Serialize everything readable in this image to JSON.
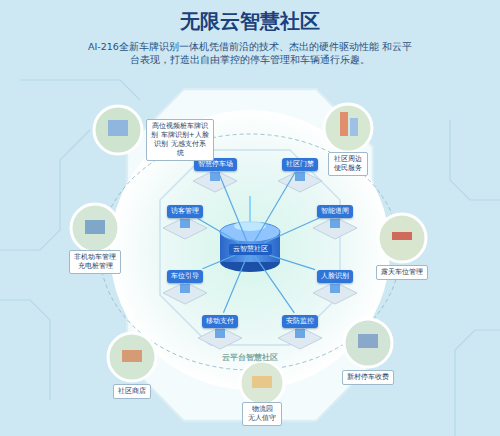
{
  "diagram": {
    "title": "无限云智慧社区",
    "nodes": [
      {
        "text": [
          "云智慧社区"
        ]
      },
      {
        "text": [
          "智慧停车场"
        ]
      },
      {
        "text": [
          "社区门禁"
        ]
      },
      {
        "text": [
          "访客管理"
        ]
      },
      {
        "text": [
          "智能道闸"
        ]
      },
      {
        "text": [
          "车位引导"
        ]
      },
      {
        "text": [
          "人脸识别"
        ]
      },
      {
        "text": [
          "移动支付"
        ]
      },
      {
        "text": [
          "安防监控"
        ]
      },
      {
        "text": [
          "高位视频桩车牌识别 车牌识别+人脸识别 无感支付系统"
        ]
      },
      {
        "text": [
          "社区周边 便民服务"
        ]
      },
      {
        "text": [
          "露天车位管理"
        ]
      },
      {
        "text": [
          "新村停车收费"
        ]
      },
      {
        "text": [
          "物流园 无人值守"
        ]
      },
      {
        "text": [
          "社区商店"
        ]
      },
      {
        "text": [
          "非机动车管理 充电桩管理"
        ]
      }
    ],
    "edges": [
      {
        "from": 0,
        "to": 1,
        "arrow": "none"
      },
      {
        "from": 0,
        "to": 2,
        "arrow": "none"
      },
      {
        "from": 0,
        "to": 3,
        "arrow": "none"
      },
      {
        "from": 0,
        "to": 4,
        "arrow": "none"
      },
      {
        "from": 0,
        "to": 5,
        "arrow": "none"
      },
      {
        "from": 0,
        "to": 6,
        "arrow": "none"
      },
      {
        "from": 0,
        "to": 7,
        "arrow": "none"
      },
      {
        "from": 0,
        "to": 8,
        "arrow": "none"
      }
    ],
    "labels": [
      "AI-216全新车牌识别一体机凭借前沿的技术、杰出的硬件驱动性能 和云平台表现，打造出自由掌控的停车管理和车辆通行乐趣。",
      "云平台智慧社区"
    ]
  }
}
